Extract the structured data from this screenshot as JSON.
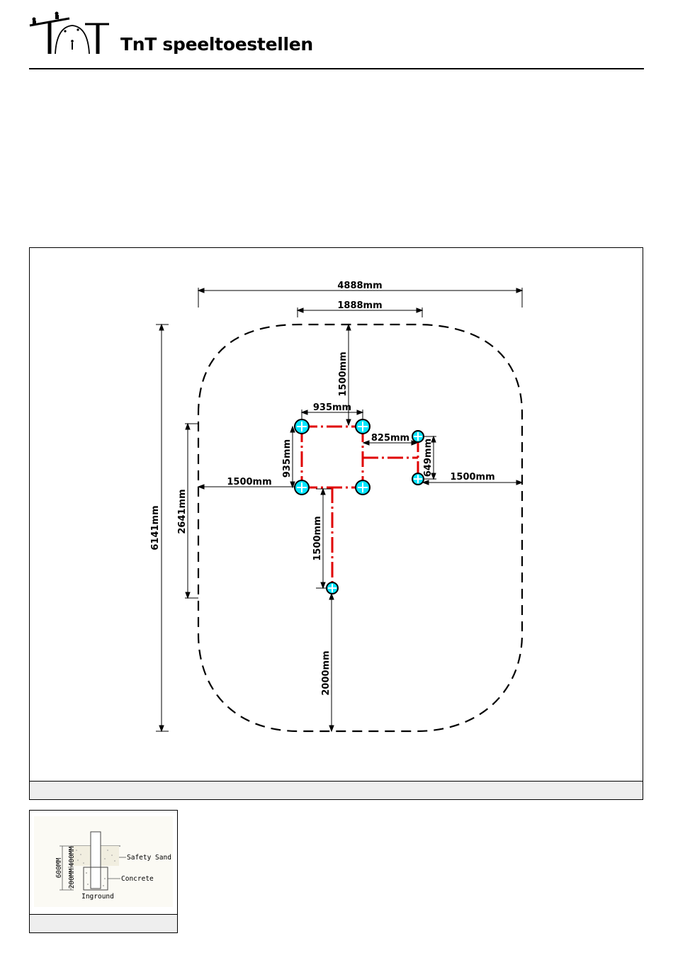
{
  "header": {
    "logo_icon": "tnt-seesaw-arch-logo-icon",
    "brand_name": "TnT speeltoestellen"
  },
  "site_plan": {
    "overall_width": "4888mm",
    "overall_height": "6141mm",
    "inner_width": "1888mm",
    "top_clearance": "1500mm",
    "tower_width": "935mm",
    "tower_depth": "935mm",
    "left_clearance": "1500mm",
    "side_span": "2641mm",
    "platform_offset": "825mm",
    "platform_depth": "649mm",
    "right_clearance": "1500mm",
    "slide_length": "1500mm",
    "bottom_clearance": "2000mm",
    "colors": {
      "structure": "#e00000",
      "posts": "#00e5ff",
      "outline": "#000000"
    }
  },
  "footing_detail": {
    "depth_total": "600MM",
    "depth_sand": "400MM",
    "depth_concrete": "200MM",
    "label_sand": "Safety Sand",
    "label_concrete": "Concrete",
    "label_ground": "Inground"
  }
}
